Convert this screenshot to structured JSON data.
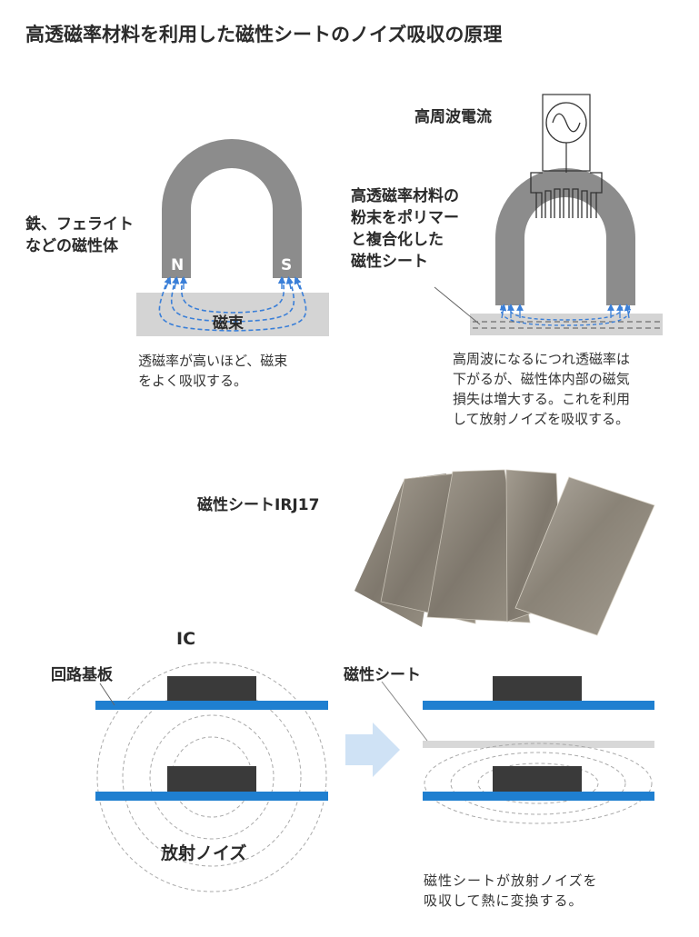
{
  "title": "高透磁率材料を利用した磁性シートのノイズ吸収の原理",
  "left_diagram": {
    "material_label": [
      "鉄、フェライト",
      "などの磁性体"
    ],
    "pole_n": "N",
    "pole_s": "S",
    "flux_label": "磁束",
    "caption": [
      "透磁率が高いほど、磁束",
      "をよく吸収する。"
    ]
  },
  "right_diagram": {
    "current_label": "高周波電流",
    "sheet_label": [
      "高透磁率材料の",
      "粉末をポリマー",
      "と複合化した",
      "磁性シート"
    ],
    "caption": [
      "高周波になるにつれ透磁率は",
      "下がるが、磁性体内部の磁気",
      "損失は増大する。これを利用",
      "して放射ノイズを吸収する。"
    ]
  },
  "product": {
    "label": "磁性シートIRJ17"
  },
  "bottom_left": {
    "board_label": "回路基板",
    "ic_label": "IC",
    "noise_label": "放射ノイズ"
  },
  "bottom_right": {
    "sheet_label": "磁性シート",
    "caption": [
      "磁性シートが放射ノイズを",
      "吸収して熱に変換する。"
    ]
  },
  "colors": {
    "magnet": "#8c8c8c",
    "material": "#d4d4d4",
    "flux": "#3a7fd8",
    "board": "#1f7fd0",
    "ic": "#3a3a3a",
    "arrow": "#cfe2f5",
    "sheet_product": "#8f887c"
  }
}
